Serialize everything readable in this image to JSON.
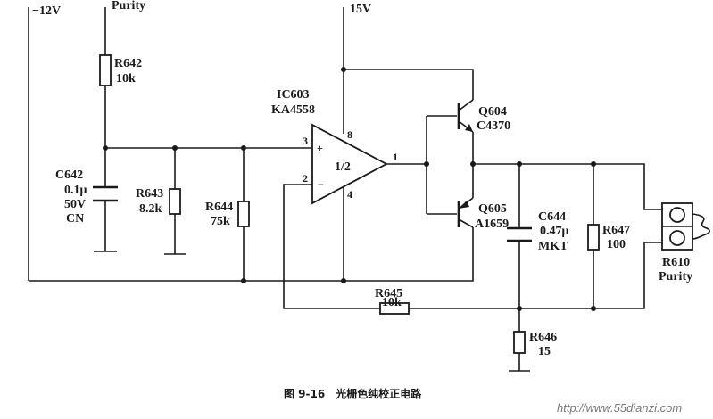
{
  "rails": {
    "neg12": "−12V",
    "purity": "Purity",
    "plus15": "15V"
  },
  "r642": {
    "ref": "R642",
    "value": "10k"
  },
  "c642": {
    "ref": "C642",
    "value": "0.1μ",
    "voltage": "50V",
    "type": "CN"
  },
  "r643": {
    "ref": "R643",
    "value": "8.2k"
  },
  "r644": {
    "ref": "R644",
    "value": "75k"
  },
  "ic603": {
    "ref": "IC603",
    "part": "KA4558",
    "section": "1/2",
    "plus": "+",
    "minus": "−",
    "pin3": "3",
    "pin2": "2",
    "pin8": "8",
    "pin4": "4",
    "pin1": "1"
  },
  "q604": {
    "ref": "Q604",
    "part": "C4370"
  },
  "q605": {
    "ref": "Q605",
    "part": "A1659"
  },
  "c644": {
    "ref": "C644",
    "value": "0.47μ",
    "type": "MKT"
  },
  "r647": {
    "ref": "R647",
    "value": "100"
  },
  "r610": {
    "ref": "R610",
    "name": "Purity"
  },
  "r645": {
    "ref": "R645",
    "value": "10k"
  },
  "r646": {
    "ref": "R646",
    "value": "15"
  },
  "caption": "图 9-16　光栅色纯校正电路",
  "watermark": "http://www.55dianzi.com"
}
